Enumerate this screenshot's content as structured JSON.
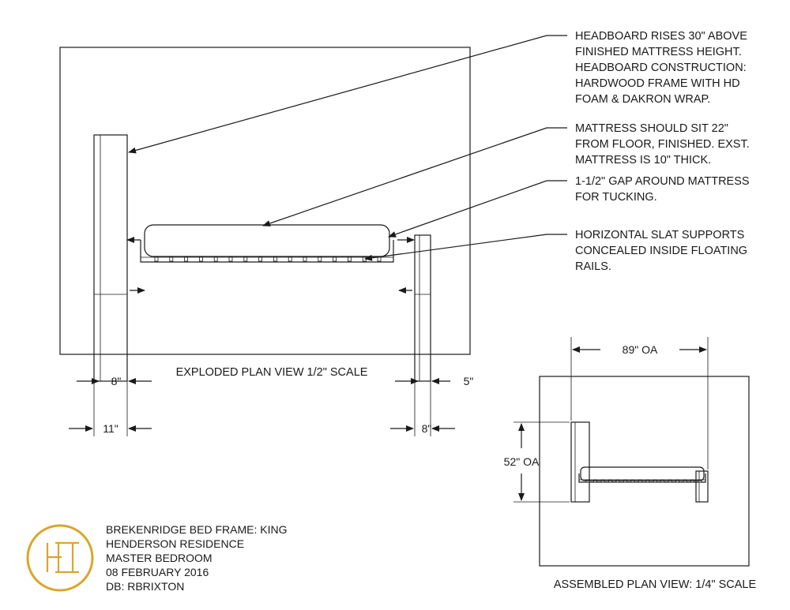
{
  "notes": {
    "headboard": [
      "HEADBOARD RISES 30\" ABOVE",
      "FINISHED MATTRESS HEIGHT.",
      "HEADBOARD CONSTRUCTION:",
      "HARDWOOD FRAME WITH HD",
      "FOAM & DAKRON WRAP."
    ],
    "mattress": [
      "MATTRESS SHOULD SIT 22\"",
      "FROM FLOOR, FINISHED. EXST.",
      "MATTRESS IS 10\" THICK."
    ],
    "gap": [
      "1-1/2\" GAP AROUND MATTRESS",
      "FOR TUCKING."
    ],
    "slats": [
      "HORIZONTAL SLAT SUPPORTS",
      "CONCEALED INSIDE FLOATING",
      "RAILS."
    ]
  },
  "views": {
    "exploded_title": "EXPLODED PLAN VIEW 1/2\" SCALE",
    "assembled_title": "ASSEMBLED PLAN VIEW: 1/4\" SCALE"
  },
  "dimensions": {
    "headboard_8": "8\"",
    "headboard_11": "11\"",
    "footboard_5": "5\"",
    "footboard_8": "8\"",
    "overall_width": "89\" OA",
    "overall_height": "52\" OA"
  },
  "title_block": {
    "lines": [
      "BREKENRIDGE BED FRAME: KING",
      "HENDERSON RESIDENCE",
      "MASTER BEDROOM",
      "08 FEBRUARY 2016",
      "DB: RBRIXTON"
    ],
    "logo_letters": "HE",
    "logo_color": "#d9a62e"
  }
}
